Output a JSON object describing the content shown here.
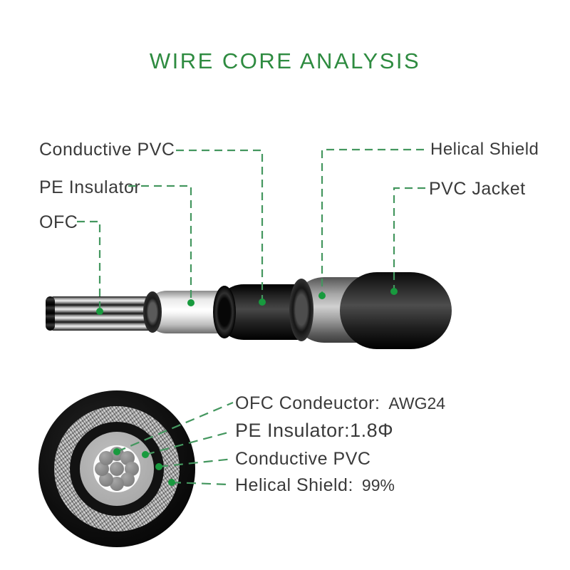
{
  "title": "WIRE CORE ANALYSIS",
  "colors": {
    "title_green": "#2e8b40",
    "connector_line_green": "#44975f",
    "marker_dot_green": "#189a3e",
    "label_text": "#3a3a3a",
    "jacket_black": "#111111",
    "shield_gray": "#a8a8a8",
    "insulator_white": "#f5f5f5"
  },
  "cable_layer_labels": {
    "conductive_pvc": "Conductive PVC",
    "pe_insulator": "PE Insulator",
    "ofc": "OFC",
    "helical_shield": "Helical Shield",
    "pvc_jacket": "PVC Jacket"
  },
  "cross_section_specs": [
    {
      "label": "OFC Condeuctor:",
      "value": "AWG24"
    },
    {
      "label": "PE Insulator:1.8Φ",
      "value": ""
    },
    {
      "label": "Conductive PVC",
      "value": ""
    },
    {
      "label": "Helical Shield:",
      "value": "99%"
    }
  ]
}
